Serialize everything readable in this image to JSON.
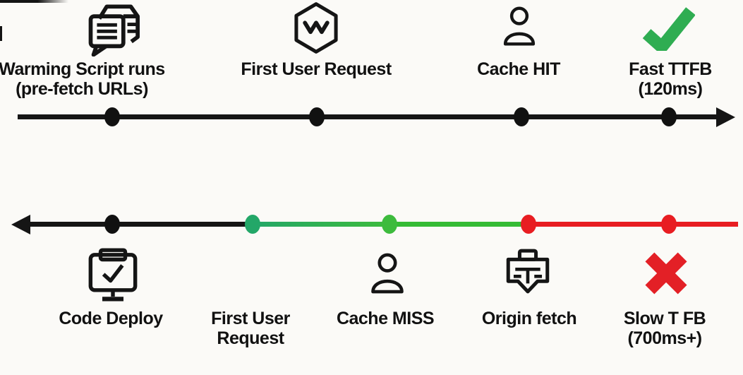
{
  "canvas": {
    "background": "#fbfaf7"
  },
  "colors": {
    "ink": "#151515",
    "text": "#111111",
    "dot_black": "#111111",
    "dot_teal_green": "#23a768",
    "dot_bright_green": "#3dbb3d",
    "dot_red": "#e81d22",
    "segment_black": "#151515",
    "segment_green_gradient": "linear-gradient(90deg, #23a768, #3dbb3d)",
    "segment_green": "#35bb35",
    "segment_red": "#e81d22",
    "check_green": "#2fad52",
    "cross_red": "#e32026"
  },
  "top_timeline": {
    "direction": "left-to-right",
    "items": [
      {
        "icon": "chat-documents",
        "lines": [
          "Warming Script runs",
          "(pre-fetch URLs)"
        ]
      },
      {
        "icon": "hexagon-w-logo",
        "lines": [
          "First User Request"
        ]
      },
      {
        "icon": "user",
        "lines": [
          "Cache HIT"
        ]
      },
      {
        "icon": "checkmark",
        "lines": [
          "Fast TTFB",
          "(120ms)"
        ]
      }
    ]
  },
  "bottom_timeline": {
    "direction": "right-to-left",
    "items": [
      {
        "icon": "monitor-check",
        "lines": [
          "Code Deploy"
        ]
      },
      {
        "icon": null,
        "lines": [
          "First User",
          "Request"
        ]
      },
      {
        "icon": "user",
        "lines": [
          "Cache MISS"
        ]
      },
      {
        "icon": "chat-pages",
        "lines": [
          "Origin fetch"
        ]
      },
      {
        "icon": "cross",
        "lines": [
          "Slow T FB",
          "(700ms+)"
        ]
      }
    ]
  }
}
